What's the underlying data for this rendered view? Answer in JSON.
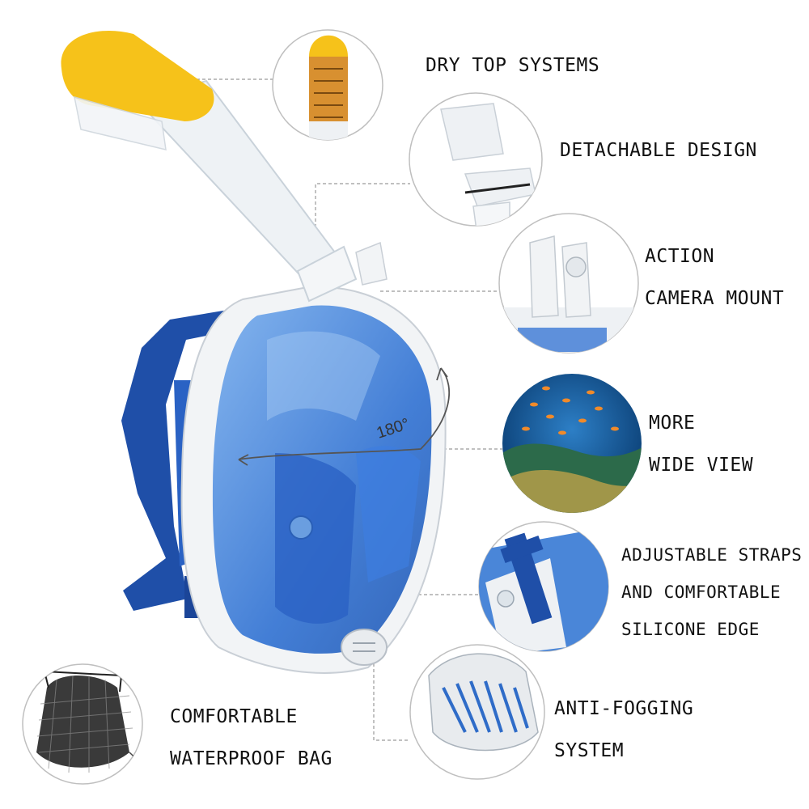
{
  "features": [
    {
      "lines": [
        "DRY TOP SYSTEMS"
      ],
      "icon": "snorkel-dry-top-icon"
    },
    {
      "lines": [
        "DETACHABLE DESIGN"
      ],
      "icon": "snorkel-connector-icon"
    },
    {
      "lines": [
        "ACTION",
        "CAMERA MOUNT"
      ],
      "icon": "camera-mount-icon"
    },
    {
      "lines": [
        "MORE",
        "WIDE VIEW"
      ],
      "icon": "coral-reef-icon"
    },
    {
      "lines": [
        "ADJUSTABLE STRAPS",
        "AND COMFORTABLE",
        "SILICONE EDGE"
      ],
      "icon": "strap-detail-icon"
    },
    {
      "lines": [
        "ANTI-FOGGING",
        "SYSTEM"
      ],
      "icon": "anti-fog-valve-icon"
    },
    {
      "lines": [
        "COMFORTABLE",
        "WATERPROOF BAG"
      ],
      "icon": "mesh-bag-icon"
    }
  ],
  "view_angle_label": "180°",
  "colors": {
    "mask_blue": "#3a78d4",
    "strap_blue": "#1f4fa8",
    "snorkel_yellow": "#f6c21a",
    "frame_white": "#f2f4f6",
    "ocean": "#0d4f8a"
  }
}
